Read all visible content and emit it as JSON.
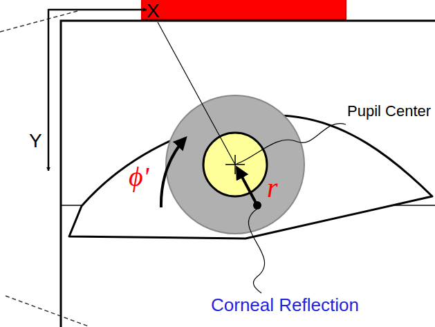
{
  "diagram": {
    "labels": [
      "X",
      "Y",
      "Pupil Center",
      "ϕ'",
      "r",
      "Corneal Reflection"
    ]
  }
}
